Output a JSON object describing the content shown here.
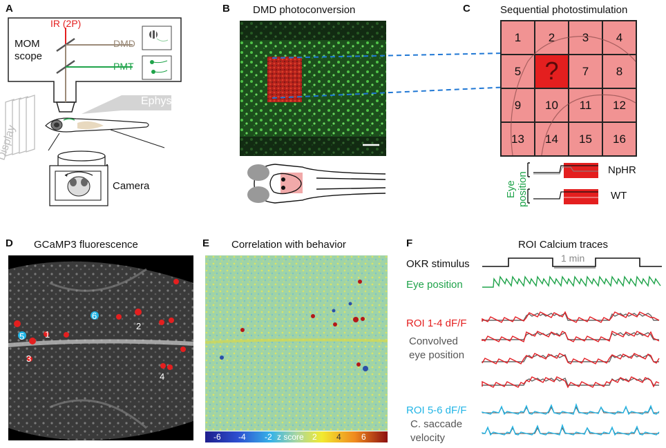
{
  "panels": {
    "A": {
      "label": "A",
      "ir_label": "IR (2P)",
      "scope_label_1": "MOM",
      "scope_label_2": "scope",
      "dmd_label": "DMD",
      "pmt_label": "PMT",
      "ephys_label": "Ephys",
      "display_label": "Display",
      "camera_label": "Camera"
    },
    "B": {
      "label": "B",
      "title": "DMD photoconversion"
    },
    "C": {
      "label": "C",
      "title": "Sequential photostimulation",
      "cells": [
        "1",
        "2",
        "3",
        "4",
        "5",
        "?",
        "7",
        "8",
        "9",
        "10",
        "11",
        "12",
        "13",
        "14",
        "15",
        "16"
      ],
      "eye_label_1": "Eye",
      "eye_label_2": "position",
      "trace1_label": "NpHR",
      "trace2_label": "WT"
    },
    "D": {
      "label": "D",
      "title": "GCaMP3 fluorescence",
      "roi_labels": [
        "1",
        "2",
        "3",
        "4",
        "5",
        "6"
      ]
    },
    "E": {
      "label": "E",
      "title": "Correlation with behavior",
      "colorbar_ticks": [
        "-6",
        "-4",
        "-2",
        "z score",
        "2",
        "4",
        "6"
      ]
    },
    "F": {
      "label": "F",
      "title": "ROI Calcium traces",
      "okr_label": "OKR stimulus",
      "scale_label": "1 min",
      "eye_label": "Eye position",
      "roi14_label": "ROI 1-4 dF/F",
      "conv_label_1": "Convolved",
      "conv_label_2": "eye position",
      "roi56_label": "ROI 5-6 dF/F",
      "sacc_label_1": "C. saccade",
      "sacc_label_2": "velocity"
    }
  },
  "colors": {
    "green_trace": "#1fa34a",
    "red_trace": "#e31e24",
    "cyan_trace": "#22b5e6",
    "gray_trace": "#666666",
    "grid_fill": "#f19393",
    "grid_selected": "#e41f1f",
    "dashed_blue": "#1f77d4",
    "ir_red": "#e41f1f",
    "dmd_brown": "#9b8a78"
  }
}
